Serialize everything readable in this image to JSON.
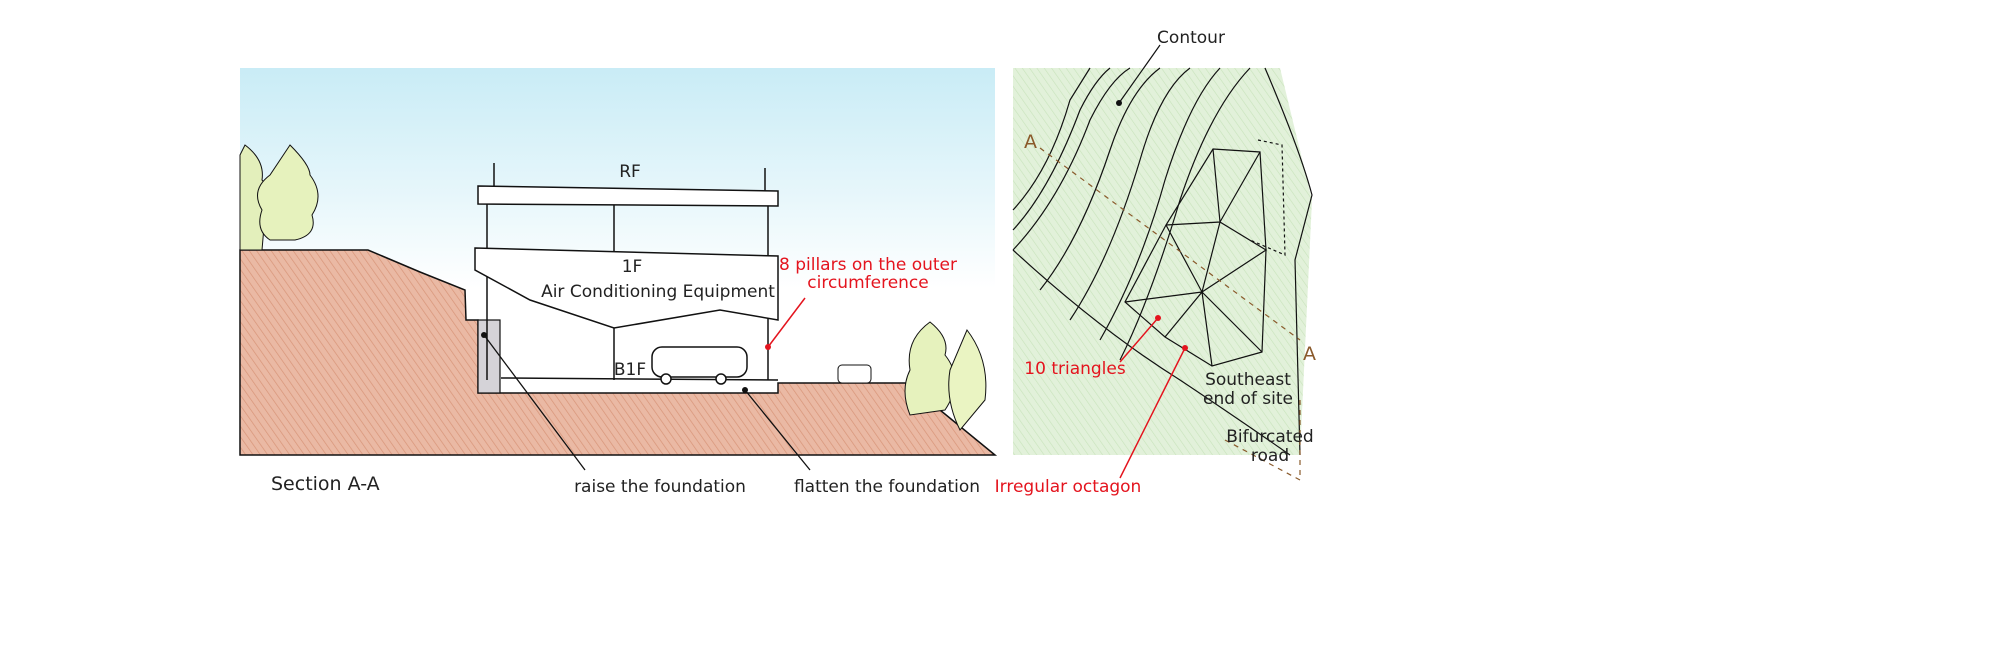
{
  "section": {
    "title": "Section A-A",
    "floor_labels": {
      "rf": "RF",
      "f1": "1F",
      "b1f": "B1F"
    },
    "equipment_label": "Air Conditioning Equipment",
    "pillars_note_line1": "8 pillars on the outer",
    "pillars_note_line2": "circumference",
    "raise_foundation": "raise the foundation",
    "flatten_foundation": "flatten the foundation"
  },
  "site_plan": {
    "contour_label": "Contour",
    "section_marker_start": "A",
    "section_marker_end": "A",
    "triangles_note": "10 triangles",
    "southeast_line1": "Southeast",
    "southeast_line2": "end of site",
    "road_line1": "Bifurcated",
    "road_line2": "road",
    "octagon_note": "Irregular octagon"
  },
  "colors": {
    "annotation_red": "#e4141e",
    "section_brown": "#8a5a2b",
    "sky": "#cfeef6",
    "ground": "#e3a98f",
    "grass": "#dcefd2"
  }
}
